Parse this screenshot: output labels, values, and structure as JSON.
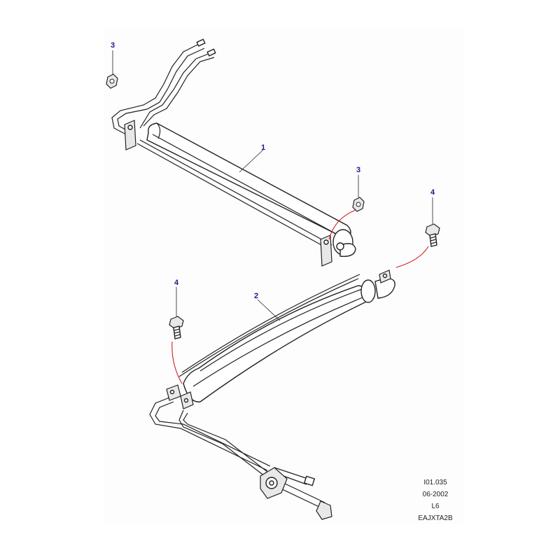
{
  "callouts": [
    {
      "id": "callout-3-top",
      "label": "3"
    },
    {
      "id": "callout-1",
      "label": "1"
    },
    {
      "id": "callout-3-mid",
      "label": "3"
    },
    {
      "id": "callout-4-right",
      "label": "4"
    },
    {
      "id": "callout-4-left",
      "label": "4"
    },
    {
      "id": "callout-2",
      "label": "2"
    }
  ],
  "info_block": {
    "ref": "I01.035",
    "date": "06-2002",
    "model": "L6",
    "code": "EAJXTA2B"
  },
  "colors": {
    "callout_text": "#1a1a8c",
    "leader_red": "#d02020",
    "line": "#222222",
    "background": "#ffffff"
  }
}
